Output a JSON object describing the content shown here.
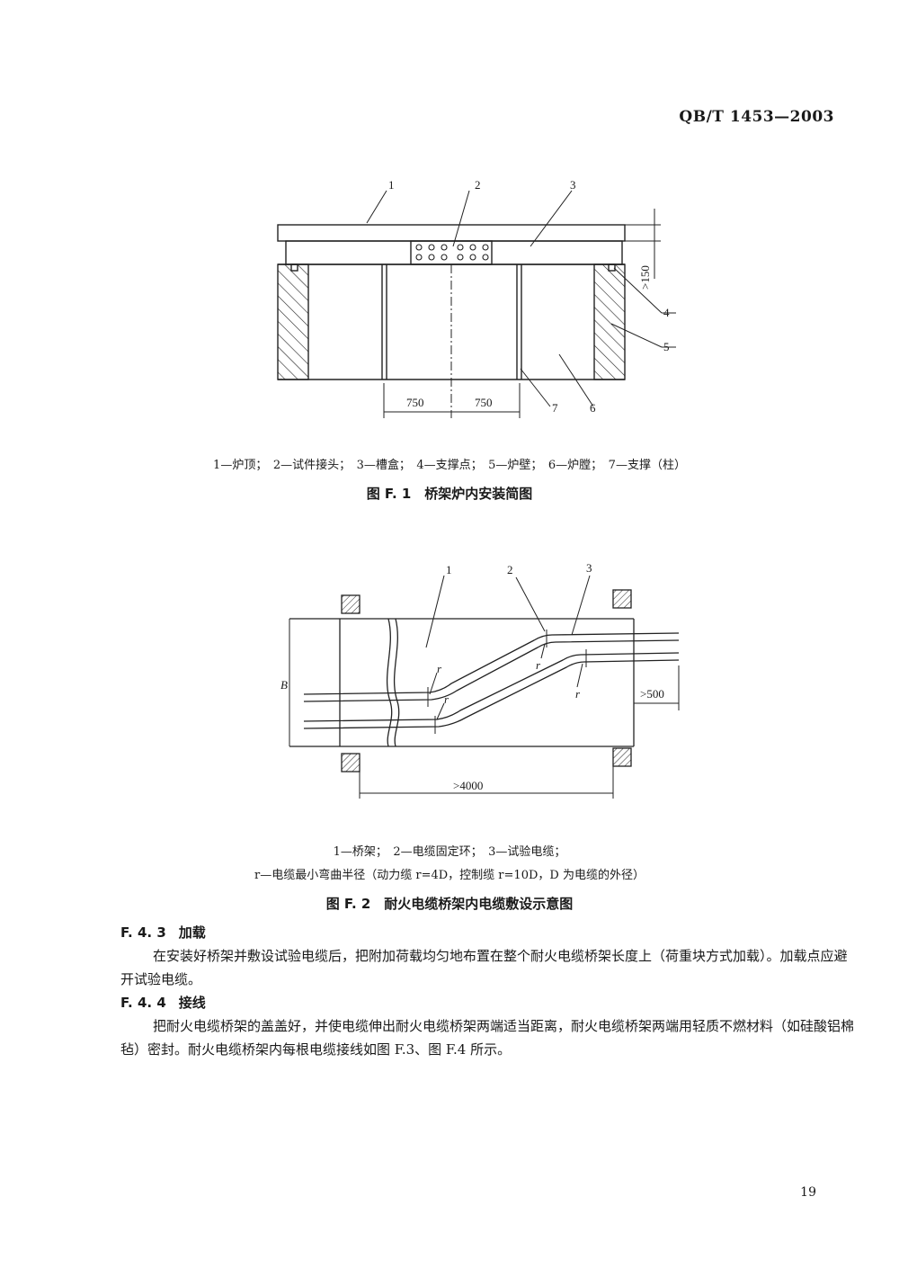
{
  "header": {
    "standard_number": "QB/T 1453—2003"
  },
  "figure_f1": {
    "callouts": [
      "1",
      "2",
      "3",
      "4",
      "5",
      "6",
      "7"
    ],
    "dim_left": "750",
    "dim_right": "750",
    "dim_height": ">150",
    "legend": "1—炉顶；　2—试件接头；　3—槽盒；　4—支撑点；　5—炉壁；　6—炉膛；　7—支撑（柱）",
    "caption": "图 F. 1　桥架炉内安装简图"
  },
  "figure_f2": {
    "callouts": [
      "1",
      "2",
      "3"
    ],
    "label_B": "B",
    "label_r": "r",
    "dim_length": ">4000",
    "dim_end": ">500",
    "legend_line1": "1—桥架；　2—电缆固定环；　3—试验电缆；",
    "legend_line2": "r—电缆最小弯曲半径（动力缆 r=4D，控制缆 r=10D，D 为电缆的外径）",
    "caption": "图 F. 2　耐火电缆桥架内电缆敷设示意图"
  },
  "section_f43": {
    "number": "F. 4. 3",
    "title": "加载",
    "body": "在安装好桥架并敷设试验电缆后，把附加荷载均匀地布置在整个耐火电缆桥架长度上（荷重块方式加载）。加载点应避开试验电缆。"
  },
  "section_f44": {
    "number": "F. 4. 4",
    "title": "接线",
    "body": "把耐火电缆桥架的盖盖好，并使电缆伸出耐火电缆桥架两端适当距离，耐火电缆桥架两端用轻质不燃材料（如硅酸铝棉毡）密封。耐火电缆桥架内每根电缆接线如图 F.3、图 F.4 所示。"
  },
  "footer": {
    "page_number": "19"
  }
}
